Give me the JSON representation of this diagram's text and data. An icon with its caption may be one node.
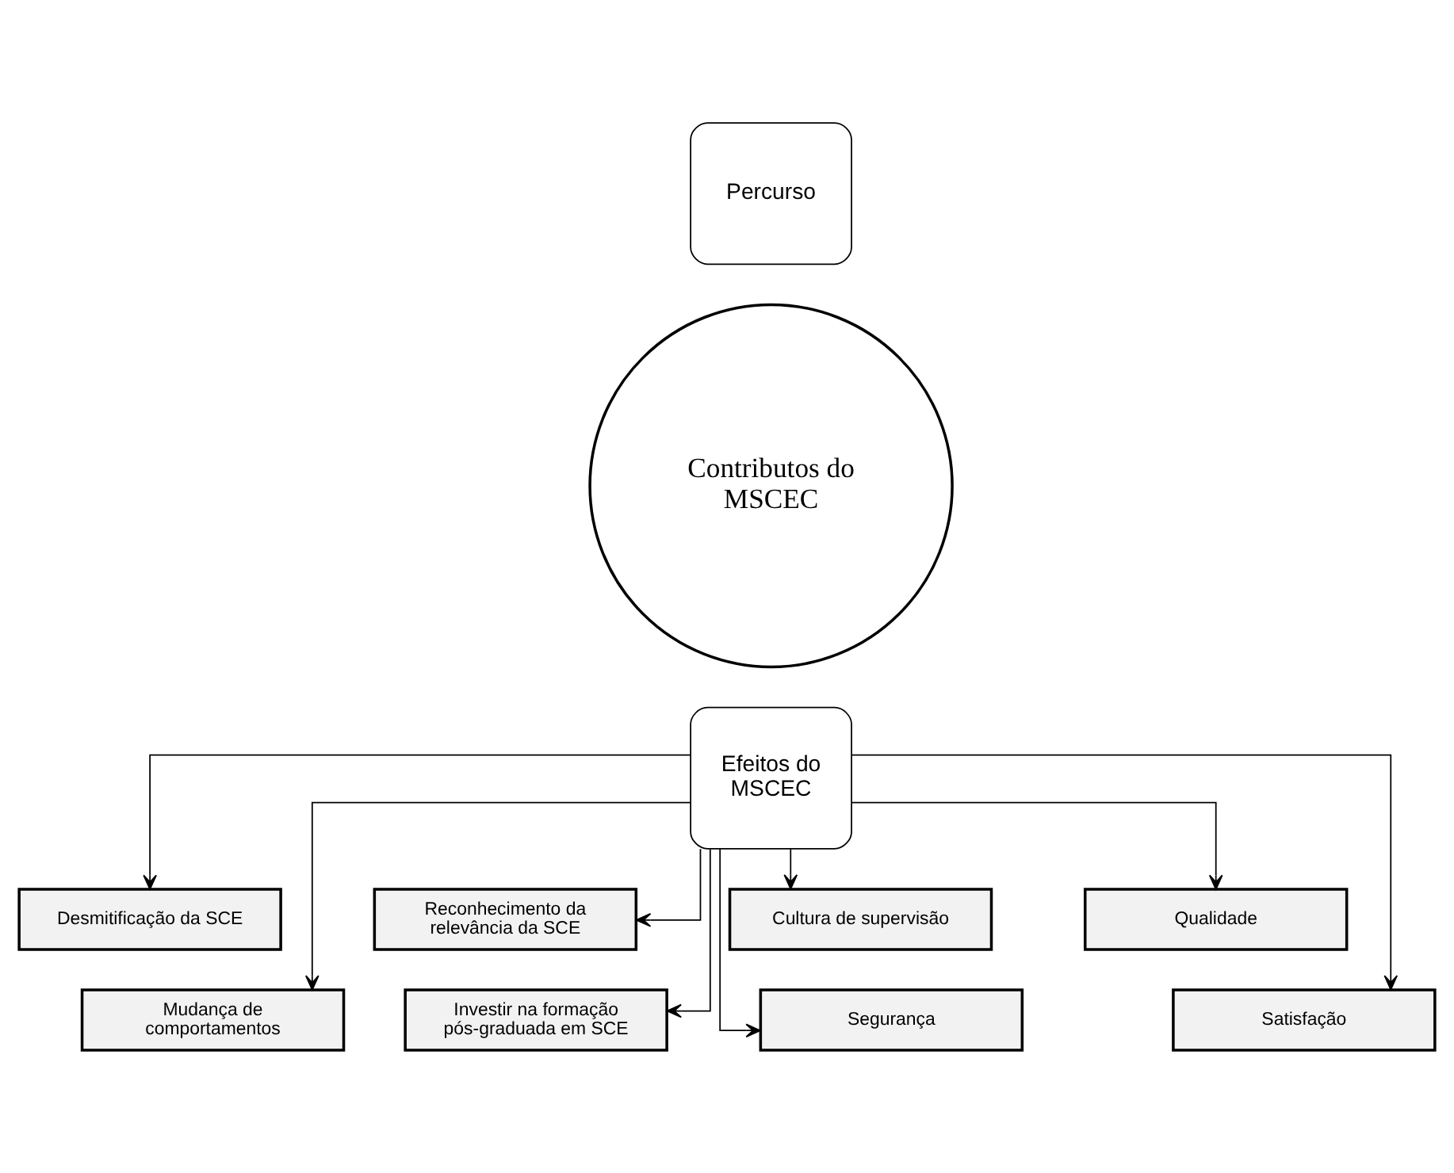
{
  "diagram": {
    "nodes": [
      {
        "text": [
          "Percurso"
        ]
      },
      {
        "text": [
          "Contributos do MSCEC"
        ]
      },
      {
        "text": [
          "Efeitos do MSCEC"
        ]
      },
      {
        "text": [
          "Desmitificação da SCE"
        ]
      },
      {
        "text": [
          "Reconhecimento da relevância da SCE"
        ]
      },
      {
        "text": [
          "Cultura de supervisão"
        ]
      },
      {
        "text": [
          "Qualidade"
        ]
      },
      {
        "text": [
          "Mudança de comportamentos"
        ]
      },
      {
        "text": [
          "Investir na formação pós-graduada em SCE"
        ]
      },
      {
        "text": [
          "Segurança"
        ]
      },
      {
        "text": [
          "Satisfação"
        ]
      }
    ],
    "edges": [
      {
        "from": 2,
        "to": 3,
        "arrow": "to"
      },
      {
        "from": 2,
        "to": 4,
        "arrow": "to"
      },
      {
        "from": 2,
        "to": 5,
        "arrow": "to"
      },
      {
        "from": 2,
        "to": 6,
        "arrow": "to"
      },
      {
        "from": 2,
        "to": 7,
        "arrow": "to"
      },
      {
        "from": 2,
        "to": 8,
        "arrow": "to"
      },
      {
        "from": 2,
        "to": 9,
        "arrow": "to"
      },
      {
        "from": 2,
        "to": 10,
        "arrow": "to"
      }
    ]
  }
}
